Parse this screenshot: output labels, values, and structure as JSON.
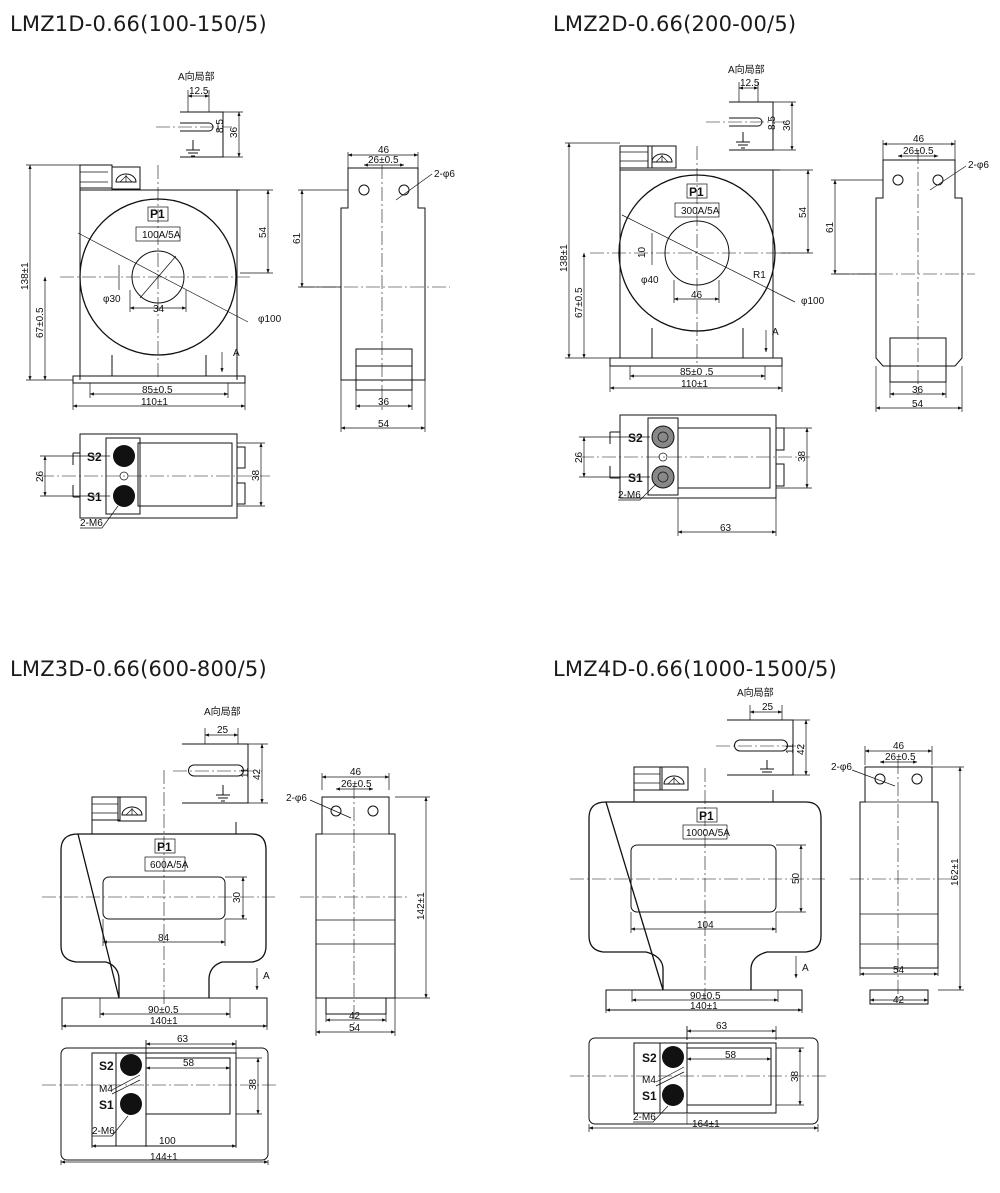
{
  "models": [
    {
      "title": "LMZ1D-0.66(100-150/5)",
      "view_a": "A向局部",
      "a_w": "12.5",
      "a_slot": "8.5",
      "a_h": "36",
      "p1": "P1",
      "ratio": "100A/5A",
      "d_h": "138±1",
      "d_lower": "67±0.5",
      "d_hole": "54",
      "d_window": "φ30",
      "d_inner": "34",
      "d_outer": "φ100",
      "arrow": "A",
      "d_feet": "85±0.5",
      "d_base": "110±1",
      "side_w": "46",
      "side_holes": "26±0.5",
      "side_hole_label": "2-φ6",
      "side_h": "61",
      "side_foot": "36",
      "side_base": "54",
      "s2": "S2",
      "s1": "S1",
      "term_pitch": "26",
      "term_h": "38",
      "screw": "2-M6"
    },
    {
      "title": "LMZ2D-0.66(200-00/5)",
      "view_a": "A向局部",
      "a_w": "12.5",
      "a_slot": "8.5",
      "a_h": "36",
      "p1": "P1",
      "ratio": "300A/5A",
      "d_h": "138±1",
      "d_lower": "67±0.5",
      "d_hole": "54",
      "d_ten": "10",
      "d_window": "φ40",
      "d_inner": "46",
      "d_r": "R1",
      "d_outer": "φ100",
      "arrow": "A",
      "d_feet": "85±0 .5",
      "d_base": "110±1",
      "side_w": "46",
      "side_holes": "26±0.5",
      "side_hole_label": "2-φ6",
      "side_h": "61",
      "side_foot": "36",
      "side_base": "54",
      "s2": "S2",
      "s1": "S1",
      "term_pitch": "26",
      "term_h": "38",
      "screw": "2-M6",
      "term_w": "63"
    },
    {
      "title": "LMZ3D-0.66(600-800/5)",
      "view_a": "A向局部",
      "a_w": "25",
      "a_slot": "11",
      "a_h": "42",
      "p1": "P1",
      "ratio": "600A/5A",
      "d_win_h": "30",
      "d_win_w": "84",
      "arrow": "A",
      "d_feet": "90±0.5",
      "d_base": "140±1",
      "side_w": "46",
      "side_holes": "26±0.5",
      "side_hole_label": "2-φ6",
      "side_h": "142±1",
      "side_foot": "42",
      "side_base": "54",
      "s2": "S2",
      "s1": "S1",
      "m4": "M4",
      "screw": "2-M6",
      "term_top": "63",
      "term_inner": "58",
      "term_h": "38",
      "term_100": "100",
      "term_total": "144±1"
    },
    {
      "title": "LMZ4D-0.66(1000-1500/5)",
      "view_a": "A向局部",
      "a_w": "25",
      "a_slot": "11",
      "a_h": "42",
      "p1": "P1",
      "ratio": "1000A/5A",
      "d_win_h": "50",
      "d_win_w": "104",
      "arrow": "A",
      "d_feet": "90±0.5",
      "d_base": "140±1",
      "side_w": "46",
      "side_holes": "26±0.5",
      "side_hole_label": "2-φ6",
      "side_h": "162±1",
      "side_foot": "42",
      "side_base": "54",
      "s2": "S2",
      "s1": "S1",
      "m4": "M4",
      "screw": "2-M6",
      "term_top": "63",
      "term_inner": "58",
      "term_h": "38",
      "term_total": "164±1"
    }
  ]
}
